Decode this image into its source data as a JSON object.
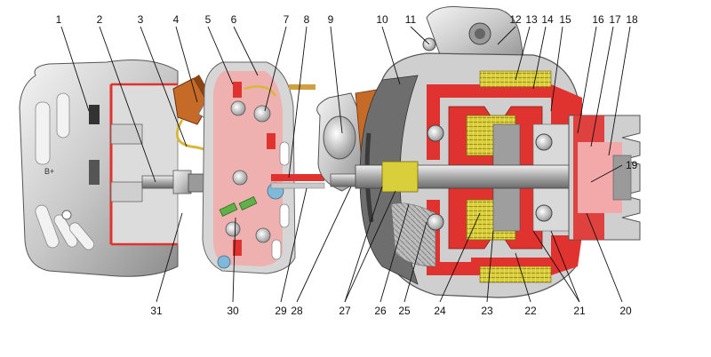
{
  "figure": {
    "top_labels": [
      "1",
      "2",
      "3",
      "4",
      "5",
      "6",
      "7",
      "8",
      "9",
      "10",
      "11",
      "12",
      "13",
      "14",
      "15",
      "16",
      "17",
      "18"
    ],
    "right_labels": [
      "19"
    ],
    "bottom_labels": [
      "31",
      "30",
      "29",
      "28",
      "27",
      "26",
      "25",
      "24",
      "23",
      "22",
      "21",
      "20"
    ]
  },
  "colors": {
    "metal_light": "#e4e4e4",
    "metal_mid": "#b4b4b4",
    "metal_dark": "#7a7a7a",
    "cut_red": "#e0322e",
    "pink": "#f3a9a9",
    "copper": "#c66a28",
    "winding_yellow": "#d8cf3a",
    "green": "#5fb24a",
    "blue": "#7fb8d8",
    "orange": "#e89a2c",
    "line": "#111111"
  }
}
